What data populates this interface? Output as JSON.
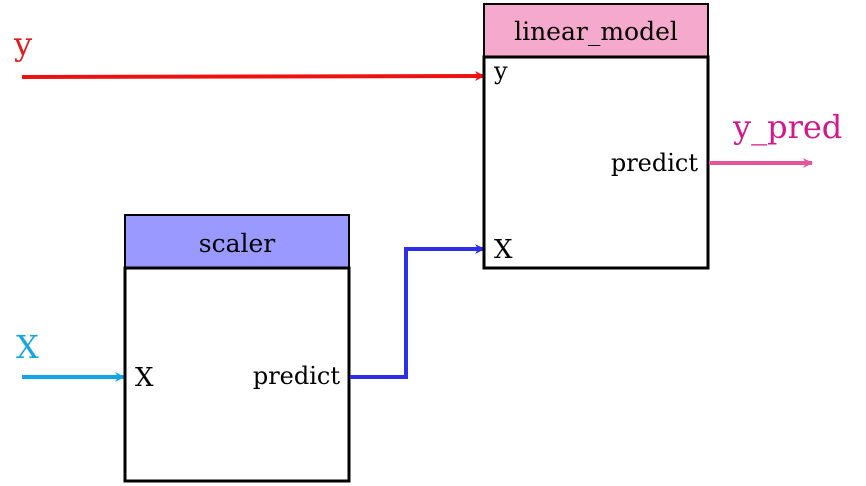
{
  "inputs": {
    "y_label": "y",
    "X_label": "X"
  },
  "output": {
    "y_pred_label": "y_pred"
  },
  "scaler": {
    "title": "scaler",
    "port_in": "X",
    "port_out": "predict"
  },
  "linear_model": {
    "title": "linear_model",
    "port_in_y": "y",
    "port_in_X": "X",
    "port_out": "predict"
  },
  "colors": {
    "y_arrow": "#ee1111",
    "X_arrow": "#10a6e6",
    "pred_arrow": "#e6559a",
    "link_arrow": "#2e2ee6",
    "scaler_header": "#9999ff",
    "linear_header": "#f5a9cc",
    "y_label": "#e01b1b",
    "X_label": "#16a7e0",
    "y_pred_label": "#d4178a"
  }
}
